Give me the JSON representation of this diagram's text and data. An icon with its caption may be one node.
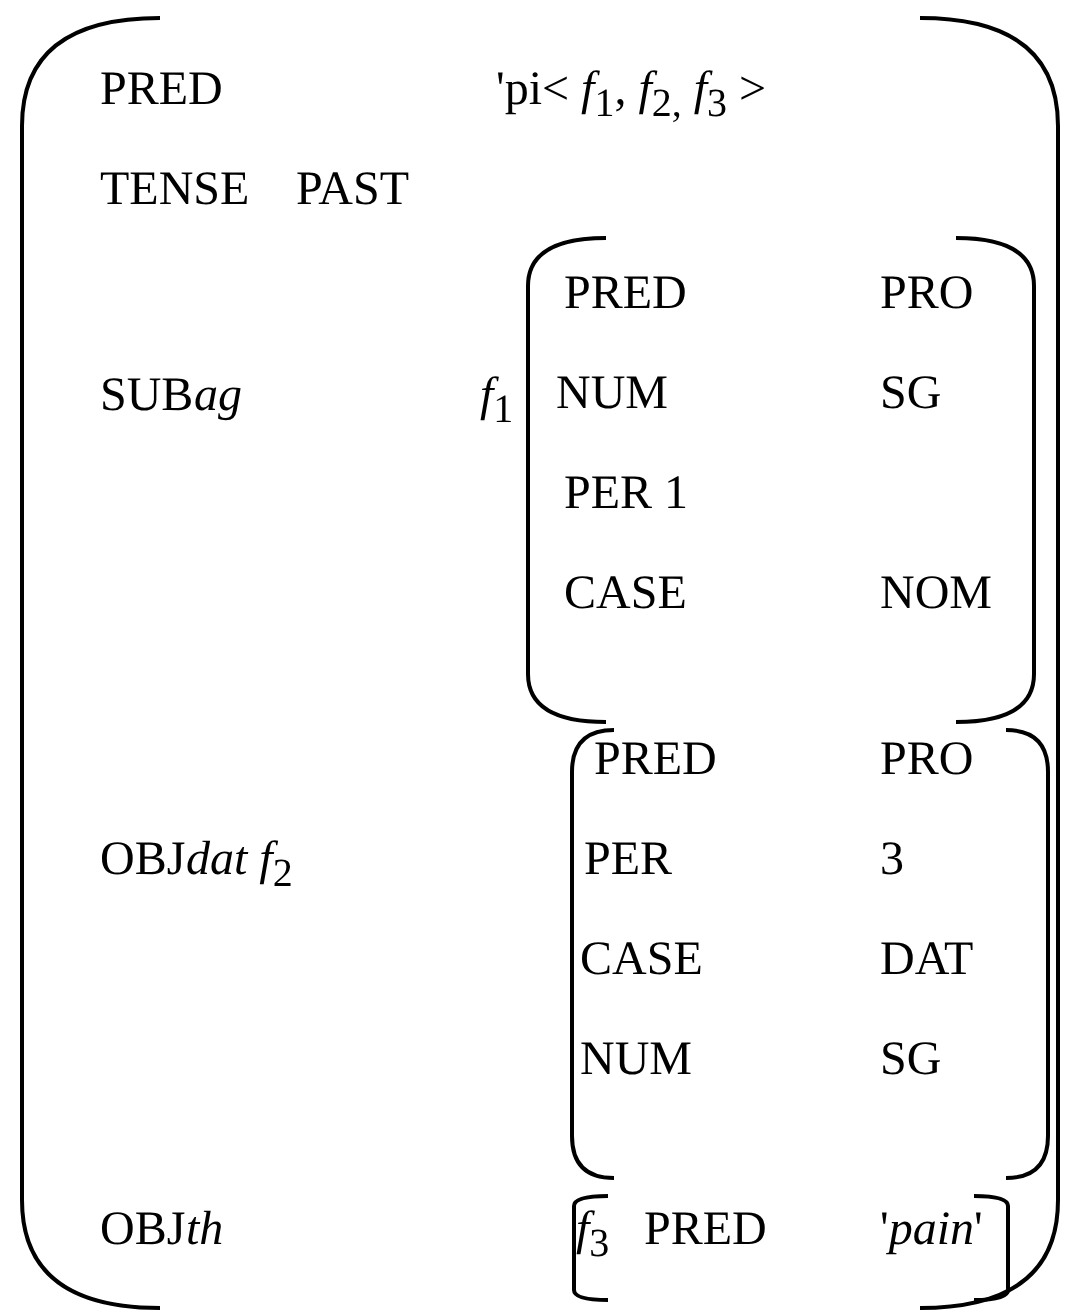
{
  "diagram": {
    "nodes": [
      {
        "text": [
          "PRED",
          "'pi< *f*$_{1}$, *f*$_{2,}$ *f*$_{3}$ >",
          "TENSE",
          "PAST",
          "SUB",
          "ag",
          "OBJ",
          "*dat f*$_{2}$",
          "OBJ",
          "th"
        ]
      },
      {
        "text": [
          "PRED",
          "PRO",
          "NUM",
          "SG",
          "PER 1",
          "CASE",
          "NOM"
        ],
        "beside": [
          "*f*$_{1}$"
        ],
        "in": 0
      },
      {
        "text": [
          "PRED",
          "PRO",
          "PER",
          "3",
          "CASE",
          "DAT",
          "NUM",
          "SG"
        ],
        "in": 0
      },
      {
        "text": [
          "*f*$_{3}$",
          "PRED",
          "'*pain*'"
        ],
        "in": 0
      }
    ]
  }
}
